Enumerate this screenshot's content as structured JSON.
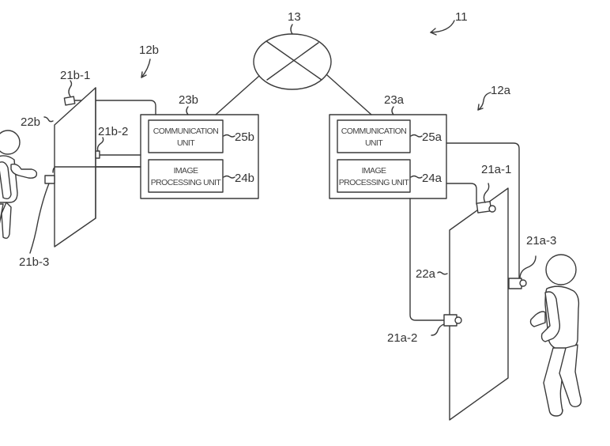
{
  "diagram": {
    "system_ref": "11",
    "network": {
      "ref": "13",
      "shape": "ellipse-with-cross"
    },
    "stations": [
      {
        "ref": "12a",
        "controller": {
          "ref": "23a",
          "units": [
            {
              "ref": "25a",
              "line1": "COMMUNICATION",
              "line2": "UNIT"
            },
            {
              "ref": "24a",
              "line1": "IMAGE",
              "line2": "PROCESSING UNIT"
            }
          ]
        },
        "door_ref": "22a",
        "cameras": [
          "21a-1",
          "21a-2",
          "21a-3"
        ]
      },
      {
        "ref": "12b",
        "controller": {
          "ref": "23b",
          "units": [
            {
              "ref": "25b",
              "line1": "COMMUNICATION",
              "line2": "UNIT"
            },
            {
              "ref": "24b",
              "line1": "IMAGE",
              "line2": "PROCESSING UNIT"
            }
          ]
        },
        "door_ref": "22b",
        "cameras": [
          "21b-1",
          "21b-2",
          "21b-3"
        ]
      }
    ],
    "colors": {
      "line": "#3a3a3a",
      "text": "#333333",
      "background": "#ffffff"
    }
  }
}
